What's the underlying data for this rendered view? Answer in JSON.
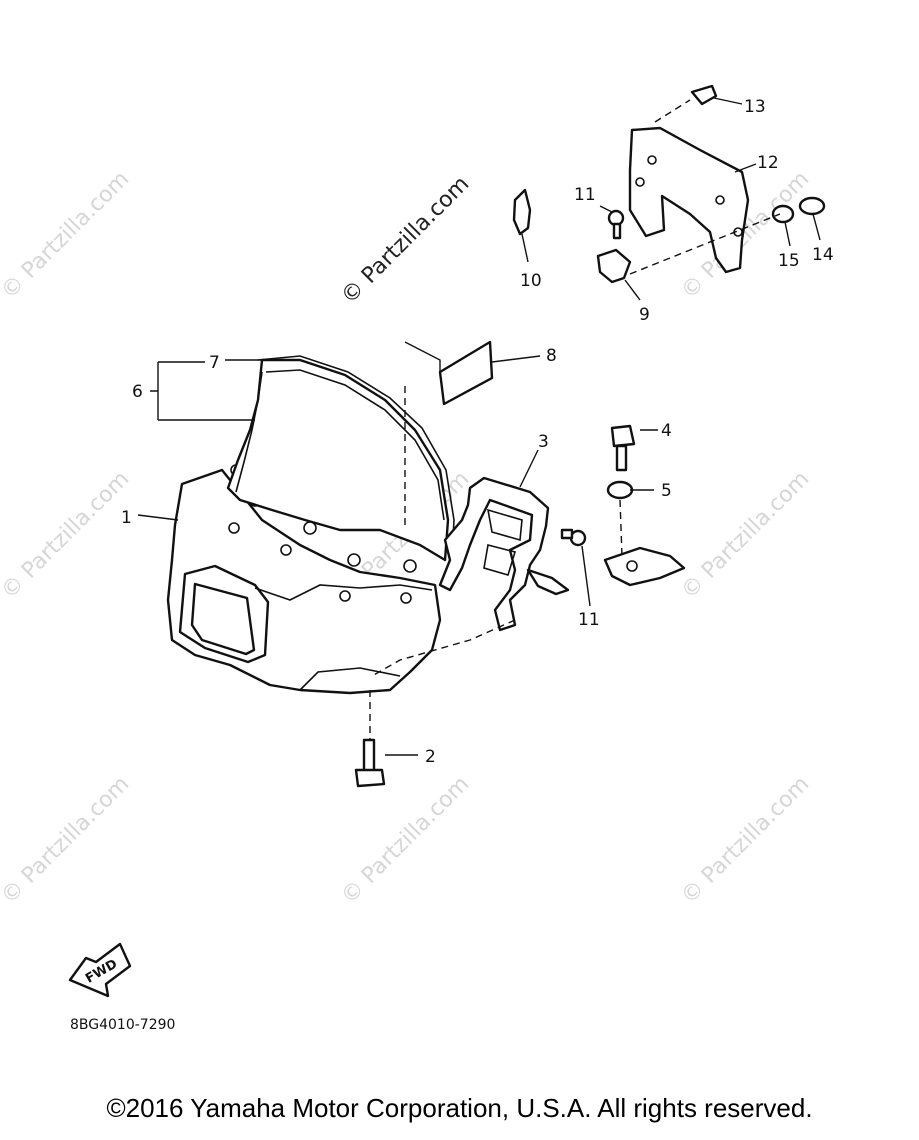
{
  "diagram": {
    "callouts": [
      "1",
      "2",
      "3",
      "4",
      "5",
      "6",
      "7",
      "8",
      "9",
      "10",
      "11",
      "12",
      "13",
      "14",
      "15",
      "11"
    ],
    "watermark": "© Partzilla.com",
    "fwd_label": "FWD",
    "diagram_code": "8BG4010-7290"
  },
  "footer": {
    "copyright": "©2016 Yamaha Motor Corporation, U.S.A. All rights reserved."
  }
}
